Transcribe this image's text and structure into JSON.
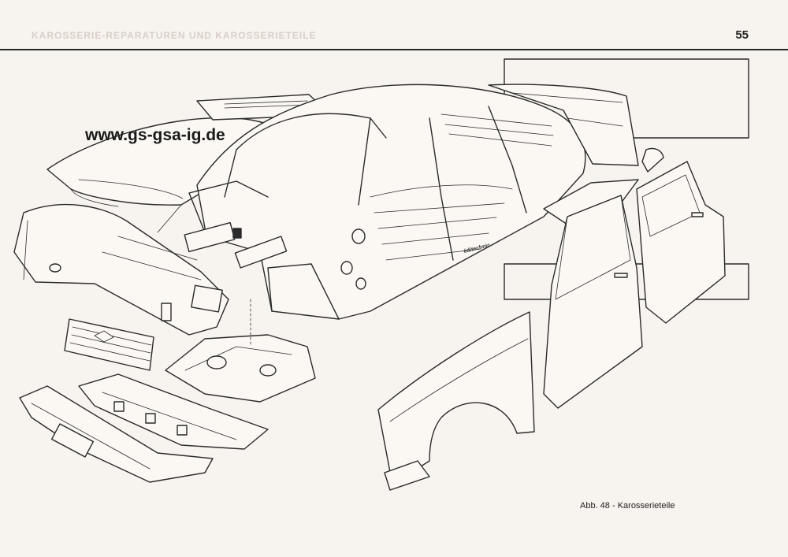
{
  "header": {
    "page_number": "55",
    "bleed_through_text": "KAROSSERIE-REPARATUREN UND KAROSSERIETEILE"
  },
  "watermark": "www.gs-gsa-ig.de",
  "illustration": {
    "artist_credit": "éditechnic"
  },
  "caption": "Abb. 48 - Karosserieteile"
}
